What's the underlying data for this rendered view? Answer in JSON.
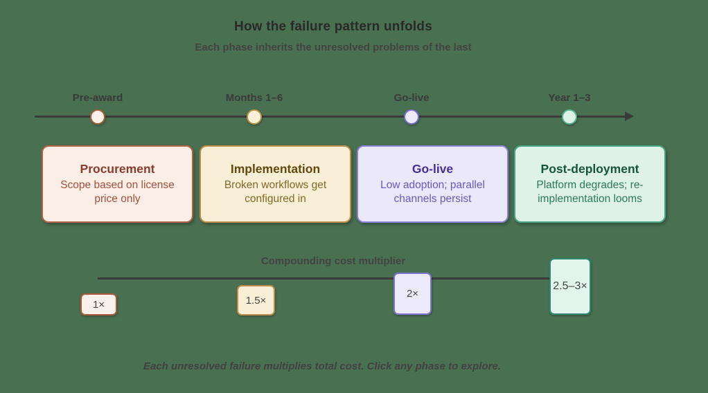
{
  "header": {
    "title": "How the failure pattern unfolds",
    "subtitle": "Each phase inherits the unresolved problems of the last"
  },
  "timeline": {
    "milestones": [
      {
        "label": "Pre-award",
        "dot_fill": "#FDF1EA",
        "dot_border": "#A85C3A"
      },
      {
        "label": "Months 1–6",
        "dot_fill": "#FAF0D8",
        "dot_border": "#B8924E"
      },
      {
        "label": "Go-live",
        "dot_fill": "#EDEAFB",
        "dot_border": "#7A6FD0"
      },
      {
        "label": "Year 1–3",
        "dot_fill": "#DDF2E7",
        "dot_border": "#5BB394"
      }
    ]
  },
  "phases": [
    {
      "title": "Procurement",
      "description": "Scope based on license price only",
      "bg": "#FBEEE7",
      "border": "#B46246",
      "title_color": "#8A3C2B",
      "text_color": "#A5513A"
    },
    {
      "title": "Implementation",
      "description": "Broken workflows get configured in",
      "bg": "#F9EED6",
      "border": "#BF8C4A",
      "title_color": "#63490F",
      "text_color": "#84682A"
    },
    {
      "title": "Go-live",
      "description": "Low adoption; parallel channels persist",
      "bg": "#EBE8FA",
      "border": "#8C81D8",
      "title_color": "#45309A",
      "text_color": "#6A57C4"
    },
    {
      "title": "Post-deployment",
      "description": "Platform degrades; re-implementation looms",
      "bg": "#DEF2E7",
      "border": "#45A683",
      "title_color": "#17563C",
      "text_color": "#2B7B5C"
    }
  ],
  "multiplier": {
    "label": "Compounding cost multiplier",
    "steps": [
      {
        "value": "1×",
        "bg": "#FDF1EC",
        "border": "#AA5A3A"
      },
      {
        "value": "1.5×",
        "bg": "#F9EED6",
        "border": "#BF8C4A"
      },
      {
        "value": "2×",
        "bg": "#EDEAFB",
        "border": "#7F74D2"
      },
      {
        "value": "2.5–3×",
        "bg": "#E2F4EC",
        "border": "#2F8872"
      }
    ]
  },
  "footer": {
    "note": "Each unresolved failure multiplies total cost. Click any phase to explore."
  },
  "colors": {
    "background": "#4A7052",
    "timeline_line": "#3A3A38",
    "heading_text": "#292927",
    "muted_text": "#434341"
  },
  "chart_data": {
    "type": "bar",
    "title": "Compounding cost multiplier",
    "categories": [
      "Pre-award",
      "Months 1–6",
      "Go-live",
      "Year 1–3"
    ],
    "values": [
      1,
      1.5,
      2,
      2.75
    ],
    "value_labels": [
      "1×",
      "1.5×",
      "2×",
      "2.5–3×"
    ]
  }
}
